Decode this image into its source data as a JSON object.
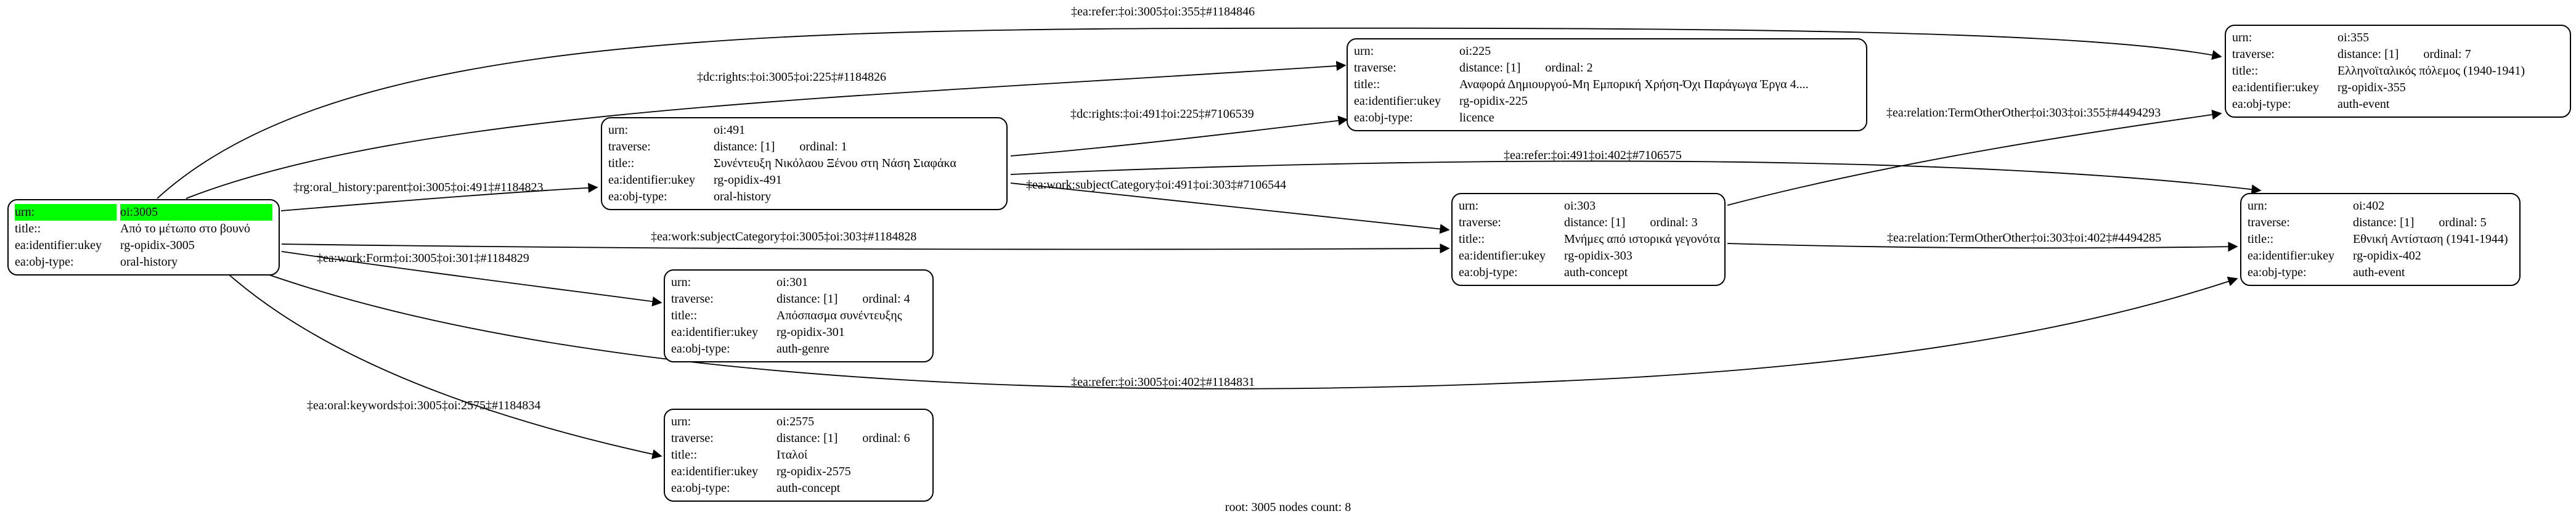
{
  "graph": {
    "caption": "root: 3005 nodes count: 8",
    "highlight_color": "#00ff00",
    "line_color": "#000000"
  },
  "nodes": [
    {
      "id": "oi:3005",
      "rows": [
        {
          "k": "urn:",
          "v": "oi:3005",
          "hl": true
        },
        {
          "k": "title::",
          "v": "Από το μέτωπο στο βουνό"
        },
        {
          "k": "ea:identifier:ukey",
          "v": "rg-opidix-3005"
        },
        {
          "k": "ea:obj-type:",
          "v": "oral-history"
        }
      ]
    },
    {
      "id": "oi:491",
      "rows": [
        {
          "k": "urn:",
          "v": "oi:491"
        },
        {
          "k": "traverse:",
          "v": "distance: [1]",
          "v2": "ordinal: 1"
        },
        {
          "k": "title::",
          "v": "Συνέντευξη Νικόλαου Ξένου στη Νάση Σιαφάκα"
        },
        {
          "k": "ea:identifier:ukey",
          "v": "rg-opidix-491"
        },
        {
          "k": "ea:obj-type:",
          "v": "oral-history"
        }
      ]
    },
    {
      "id": "oi:225",
      "rows": [
        {
          "k": "urn:",
          "v": "oi:225"
        },
        {
          "k": "traverse:",
          "v": "distance: [1]",
          "v2": "ordinal: 2"
        },
        {
          "k": "title::",
          "v": "Αναφορά Δημιουργού-Μη Εμπορική Χρήση-Όχι Παράγωγα Έργα 4...."
        },
        {
          "k": "ea:identifier:ukey",
          "v": "rg-opidix-225"
        },
        {
          "k": "ea:obj-type:",
          "v": "licence"
        }
      ]
    },
    {
      "id": "oi:303",
      "rows": [
        {
          "k": "urn:",
          "v": "oi:303"
        },
        {
          "k": "traverse:",
          "v": "distance: [1]",
          "v2": "ordinal: 3"
        },
        {
          "k": "title::",
          "v": "Μνήμες από ιστορικά γεγονότα"
        },
        {
          "k": "ea:identifier:ukey",
          "v": "rg-opidix-303"
        },
        {
          "k": "ea:obj-type:",
          "v": "auth-concept"
        }
      ]
    },
    {
      "id": "oi:301",
      "rows": [
        {
          "k": "urn:",
          "v": "oi:301"
        },
        {
          "k": "traverse:",
          "v": "distance: [1]",
          "v2": "ordinal: 4"
        },
        {
          "k": "title::",
          "v": "Απόσπασμα συνέντευξης"
        },
        {
          "k": "ea:identifier:ukey",
          "v": "rg-opidix-301"
        },
        {
          "k": "ea:obj-type:",
          "v": "auth-genre"
        }
      ]
    },
    {
      "id": "oi:2575",
      "rows": [
        {
          "k": "urn:",
          "v": "oi:2575"
        },
        {
          "k": "traverse:",
          "v": "distance: [1]",
          "v2": "ordinal: 6"
        },
        {
          "k": "title::",
          "v": "Ιταλοί"
        },
        {
          "k": "ea:identifier:ukey",
          "v": "rg-opidix-2575"
        },
        {
          "k": "ea:obj-type:",
          "v": "auth-concept"
        }
      ]
    },
    {
      "id": "oi:355",
      "rows": [
        {
          "k": "urn:",
          "v": "oi:355"
        },
        {
          "k": "traverse:",
          "v": "distance: [1]",
          "v2": "ordinal: 7"
        },
        {
          "k": "title::",
          "v": "Ελληνοϊταλικός πόλεμος (1940-1941)"
        },
        {
          "k": "ea:identifier:ukey",
          "v": "rg-opidix-355"
        },
        {
          "k": "ea:obj-type:",
          "v": "auth-event"
        }
      ]
    },
    {
      "id": "oi:402",
      "rows": [
        {
          "k": "urn:",
          "v": "oi:402"
        },
        {
          "k": "traverse:",
          "v": "distance: [1]",
          "v2": "ordinal: 5"
        },
        {
          "k": "title::",
          "v": "Εθνική Αντίσταση (1941-1944)"
        },
        {
          "k": "ea:identifier:ukey",
          "v": "rg-opidix-402"
        },
        {
          "k": "ea:obj-type:",
          "v": "auth-event"
        }
      ]
    }
  ],
  "edges": [
    {
      "label": "‡ea:refer:‡oi:3005‡oi:355‡#1184846"
    },
    {
      "label": "‡dc:rights:‡oi:3005‡oi:225‡#1184826"
    },
    {
      "label": "‡dc:rights:‡oi:491‡oi:225‡#7106539"
    },
    {
      "label": "‡ea:relation:TermOtherOther‡oi:303‡oi:355‡#4494293"
    },
    {
      "label": "‡ea:refer:‡oi:491‡oi:402‡#7106575"
    },
    {
      "label": "‡rg:oral_history:parent‡oi:3005‡oi:491‡#1184823"
    },
    {
      "label": "‡ea:work:subjectCategory‡oi:491‡oi:303‡#7106544"
    },
    {
      "label": "‡ea:work:subjectCategory‡oi:3005‡oi:303‡#1184828"
    },
    {
      "label": "‡ea:work:Form‡oi:3005‡oi:301‡#1184829"
    },
    {
      "label": "‡ea:relation:TermOtherOther‡oi:303‡oi:402‡#4494285"
    },
    {
      "label": "‡ea:refer:‡oi:3005‡oi:402‡#1184831"
    },
    {
      "label": "‡ea:oral:keywords‡oi:3005‡oi:2575‡#1184834"
    }
  ]
}
